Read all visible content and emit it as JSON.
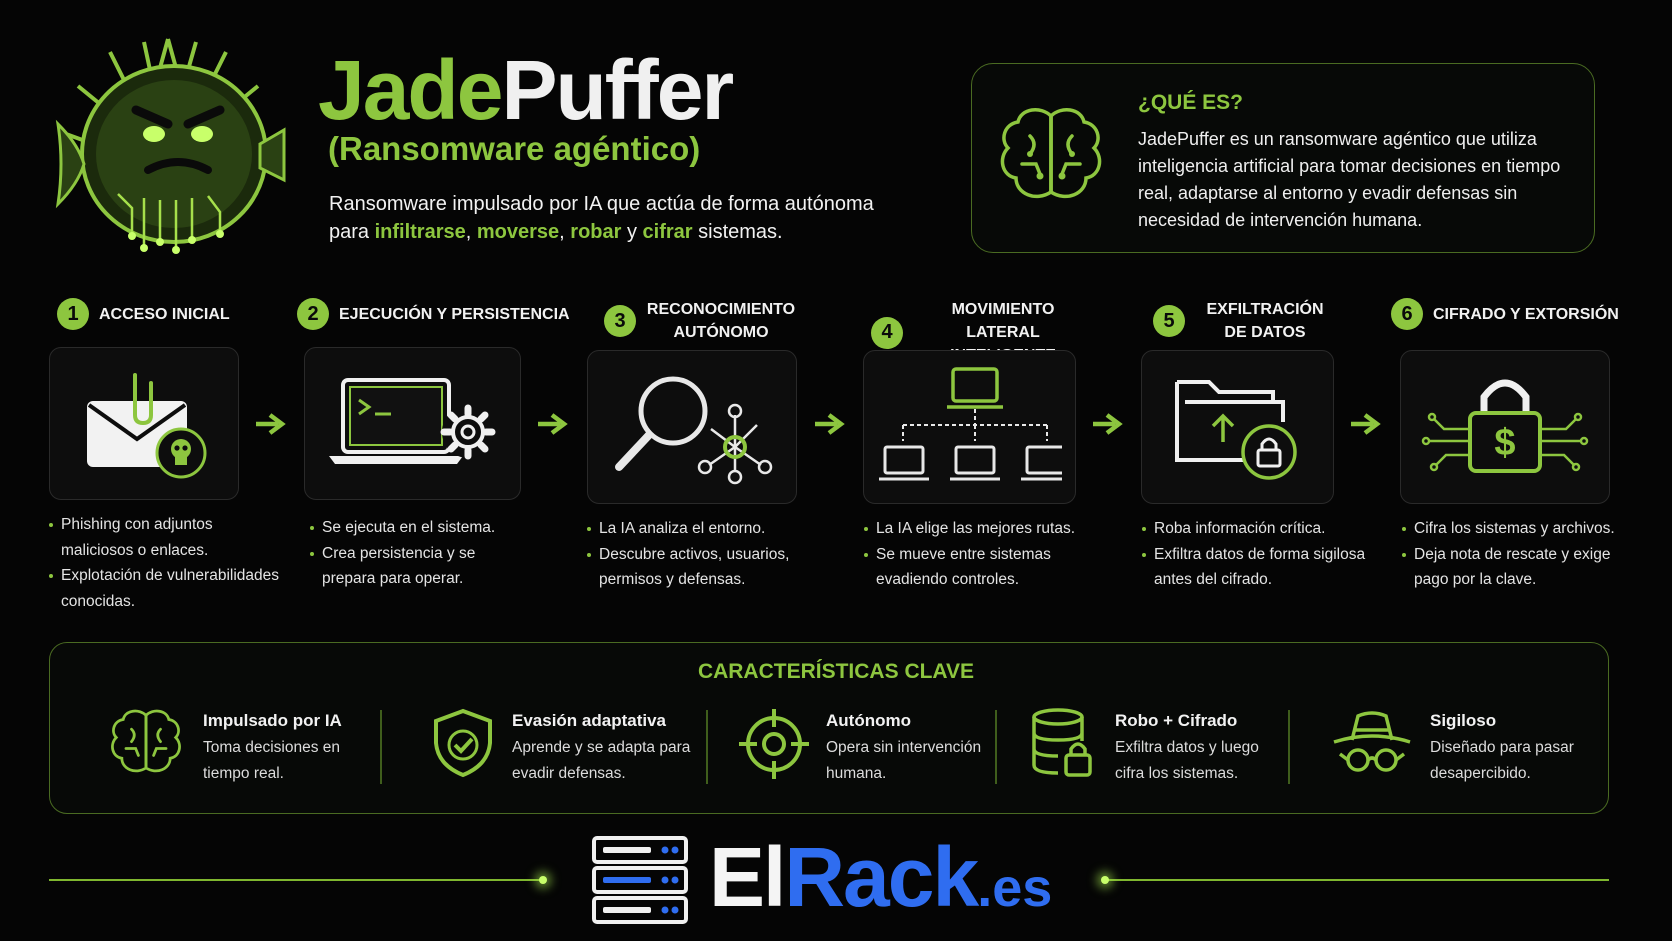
{
  "header": {
    "title_part1": "Jade",
    "title_part2": "Puffer",
    "subtitle": "(Ransomware agéntico)",
    "tagline_line1": "Ransomware impulsado por IA que actúa de forma autónoma",
    "tagline_para": "para",
    "tagline_w1": "infiltrarse",
    "tagline_comma1": ",",
    "tagline_w2": "moverse",
    "tagline_comma2": ",",
    "tagline_w3": "robar",
    "tagline_y": "y",
    "tagline_w4": "cifrar",
    "tagline_end": "sistemas."
  },
  "what_is": {
    "title": "¿QUÉ ES?",
    "text": "JadePuffer es un ransomware agéntico que utiliza inteligencia artificial para tomar decisiones en tiempo real, adaptarse al entorno y evadir defensas sin necesidad de intervención humana."
  },
  "steps": [
    {
      "num": "1",
      "label": "ACCESO INICIAL",
      "icon": "envelope-skull-icon",
      "bullets": [
        "Phishing con adjuntos maliciosos o enlaces.",
        "Explotación de vulnerabilidades conocidas."
      ]
    },
    {
      "num": "2",
      "label": "EJECUCIÓN Y PERSISTENCIA",
      "icon": "laptop-gear-icon",
      "bullets": [
        "Se ejecuta en el sistema.",
        "Crea persistencia y se prepara para operar."
      ]
    },
    {
      "num": "3",
      "label": "RECONOCIMIENTO AUTÓNOMO",
      "icon": "magnifier-network-icon",
      "bullets": [
        "La IA analiza el entorno.",
        "Descubre activos, usuarios, permisos y defensas."
      ]
    },
    {
      "num": "4",
      "label": "MOVIMIENTO LATERAL INTELIGENTE",
      "icon": "network-computers-icon",
      "bullets": [
        "La IA elige las mejores rutas.",
        "Se mueve entre sistemas evadiendo controles."
      ]
    },
    {
      "num": "5",
      "label": "EXFILTRACIÓN DE DATOS",
      "icon": "folder-lock-icon",
      "bullets": [
        "Roba información crítica.",
        "Exfiltra datos de forma sigilosa antes del cifrado."
      ]
    },
    {
      "num": "6",
      "label": "CIFRADO Y EXTORSIÓN",
      "icon": "padlock-dollar-icon",
      "bullets": [
        "Cifra los sistemas y archivos.",
        "Deja nota de rescate y exige pago por la clave."
      ]
    }
  ],
  "features": {
    "title": "CARACTERÍSTICAS CLAVE",
    "items": [
      {
        "name": "Impulsado por IA",
        "desc": "Toma decisiones en tiempo real.",
        "icon": "brain-icon"
      },
      {
        "name": "Evasión adaptativa",
        "desc": "Aprende y se adapta para evadir defensas.",
        "icon": "shield-check-icon"
      },
      {
        "name": "Autónomo",
        "desc": "Opera sin intervención humana.",
        "icon": "crosshair-icon"
      },
      {
        "name": "Robo + Cifrado",
        "desc": "Exfiltra datos y luego cifra los sistemas.",
        "icon": "database-lock-icon"
      },
      {
        "name": "Sigiloso",
        "desc": "Diseñado para pasar desapercibido.",
        "icon": "spy-hat-glasses-icon"
      }
    ]
  },
  "brand": {
    "part1": "El",
    "part2": "Rack",
    "part3": ".es"
  },
  "colors": {
    "accent": "#8dc63f",
    "brand_blue": "#2f6df0",
    "background": "#050505"
  }
}
